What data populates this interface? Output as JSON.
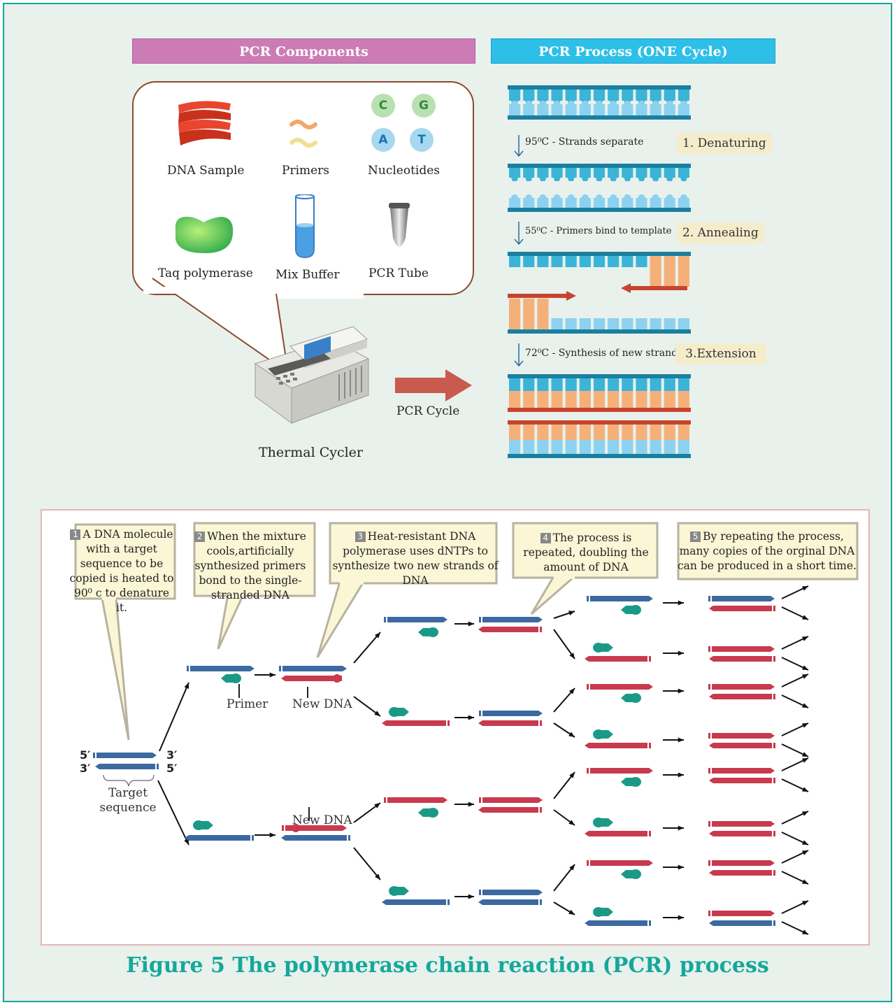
{
  "headers": {
    "components": "PCR Components",
    "process": "PCR Process (ONE Cycle)"
  },
  "components": {
    "dna_sample": "DNA Sample",
    "primers": "Primers",
    "nucleotides": "Nucleotides",
    "nucleotide_letters": [
      "C",
      "G",
      "A",
      "T"
    ],
    "taq": "Taq polymerase",
    "mix_buffer": "Mix Buffer",
    "pcr_tube": "PCR Tube"
  },
  "thermal_cycler": "Thermal Cycler",
  "pcr_cycle": "PCR Cycle",
  "process": {
    "temp1": "95⁰C - Strands separate",
    "step1": "1. Denaturing",
    "temp2": "55⁰C - Primers bind to template",
    "step2": "2. Annealing",
    "temp3": "72⁰C - Synthesis of new strand",
    "step3": "3.Extension"
  },
  "bubbles": [
    {
      "num": "1",
      "text": "A DNA molecule with a target sequence to be copied is heated to 90⁰ c to denature it."
    },
    {
      "num": "2",
      "text": "When the mixture cools,artificially synthesized primers bond to the single-stranded DNA"
    },
    {
      "num": "3",
      "text": "Heat-resistant DNA polymerase uses dNTPs to synthesize two new strands of DNA"
    },
    {
      "num": "4",
      "text": "The process is repeated, doubling the amount of DNA"
    },
    {
      "num": "5",
      "text": "By repeating the process, many copies of the orginal DNA can be produced in a short time."
    }
  ],
  "diagram_labels": {
    "five_prime": "5′",
    "three_prime": "3′",
    "target": "Target sequence",
    "primer": "Primer",
    "new_dna": "New DNA"
  },
  "caption": "Figure 5 The polymerase chain reaction (PCR) process",
  "colors": {
    "template_strand": "#3c6aa0",
    "new_strand": "#c83a4e",
    "primer": "#1a9a86",
    "caption": "#15a89a"
  }
}
